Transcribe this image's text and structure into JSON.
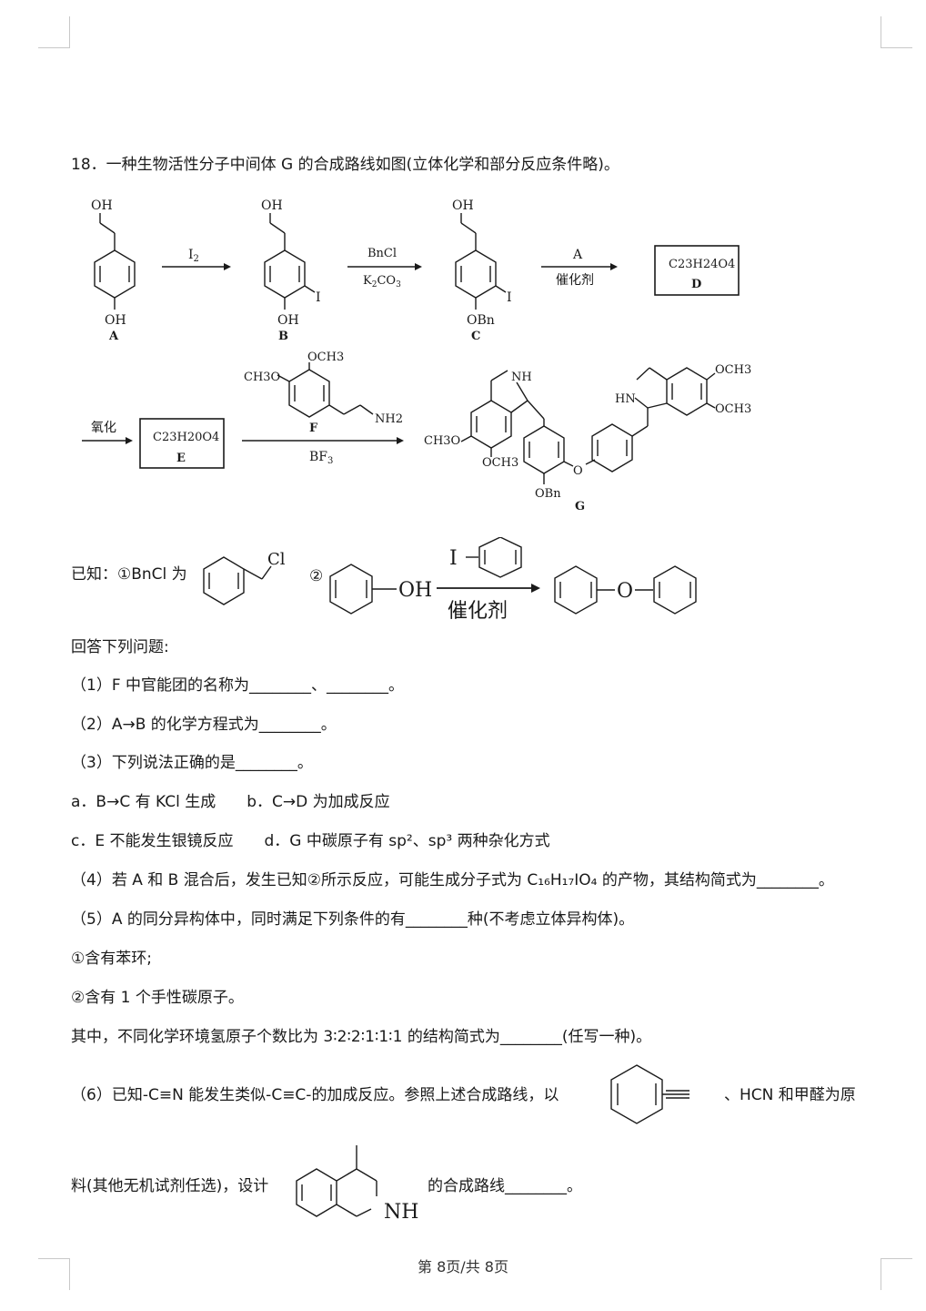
{
  "question": {
    "title": "18．一种生物活性分子中间体 G 的合成路线如图(立体化学和部分反应条件略)。"
  },
  "scheme": {
    "oh": "OH",
    "i": "I",
    "obn": "OBn",
    "label_a": "A",
    "label_b": "B",
    "label_c": "C",
    "label_d": "D",
    "label_e": "E",
    "label_f": "F",
    "label_g": "G",
    "reagent_i2": "I",
    "reagent_i2_sub": "2",
    "reagent_bncl": "BnCl",
    "reagent_k2co3": "K",
    "reagent_k2co3_sub1": "2",
    "reagent_k2co3_mid": "CO",
    "reagent_k2co3_sub2": "3",
    "reagent_a": "A",
    "catalyst": "催化剂",
    "formula_d": "C23H24O4",
    "formula_e": "C23H20O4",
    "oxidation": "氧化",
    "bf3": "BF",
    "bf3_sub": "3",
    "och3": "OCH3",
    "ch3o": "CH3O",
    "nh2": "NH2",
    "nh": "NH",
    "hn": "HN",
    "o": "O"
  },
  "known": {
    "prefix": "已知：①BnCl 为",
    "cl": "Cl",
    "item2": "②",
    "oh": "OH",
    "i": "I",
    "catalyst": "催化剂",
    "o": "O"
  },
  "questions": {
    "intro": "回答下列问题:",
    "q1": "（1）F 中官能团的名称为________、________。",
    "q2": "（2）A→B 的化学方程式为________。",
    "q3": "（3）下列说法正确的是________。",
    "q3_ab": "a．B→C 有 KCl 生成　　b．C→D 为加成反应",
    "q3_cd": "c．E 不能发生银镜反应　　d．G 中碳原子有 sp²、sp³ 两种杂化方式",
    "q4": "（4）若 A 和 B 混合后，发生已知②所示反应，可能生成分子式为 C₁₆H₁₇IO₄ 的产物，其结构简式为________。",
    "q5": "（5）A 的同分异构体中，同时满足下列条件的有________种(不考虑立体异构体)。",
    "q5_c1": "①含有苯环;",
    "q5_c2": "②含有 1 个手性碳原子。",
    "q5_tail": "其中，不同化学环境氢原子个数比为 3∶2∶2∶1∶1∶1 的结构简式为________(任写一种)。",
    "q6_a": "（6）已知-C≡N 能发生类似-C≡C-的加成反应。参照上述合成路线，以",
    "q6_b": "、HCN 和甲醛为原",
    "q6_c": "料(其他无机试剂任选)，设计",
    "q6_nh": "NH",
    "q6_d": "的合成路线________。"
  },
  "footer": {
    "page": "第 8页/共 8页"
  }
}
